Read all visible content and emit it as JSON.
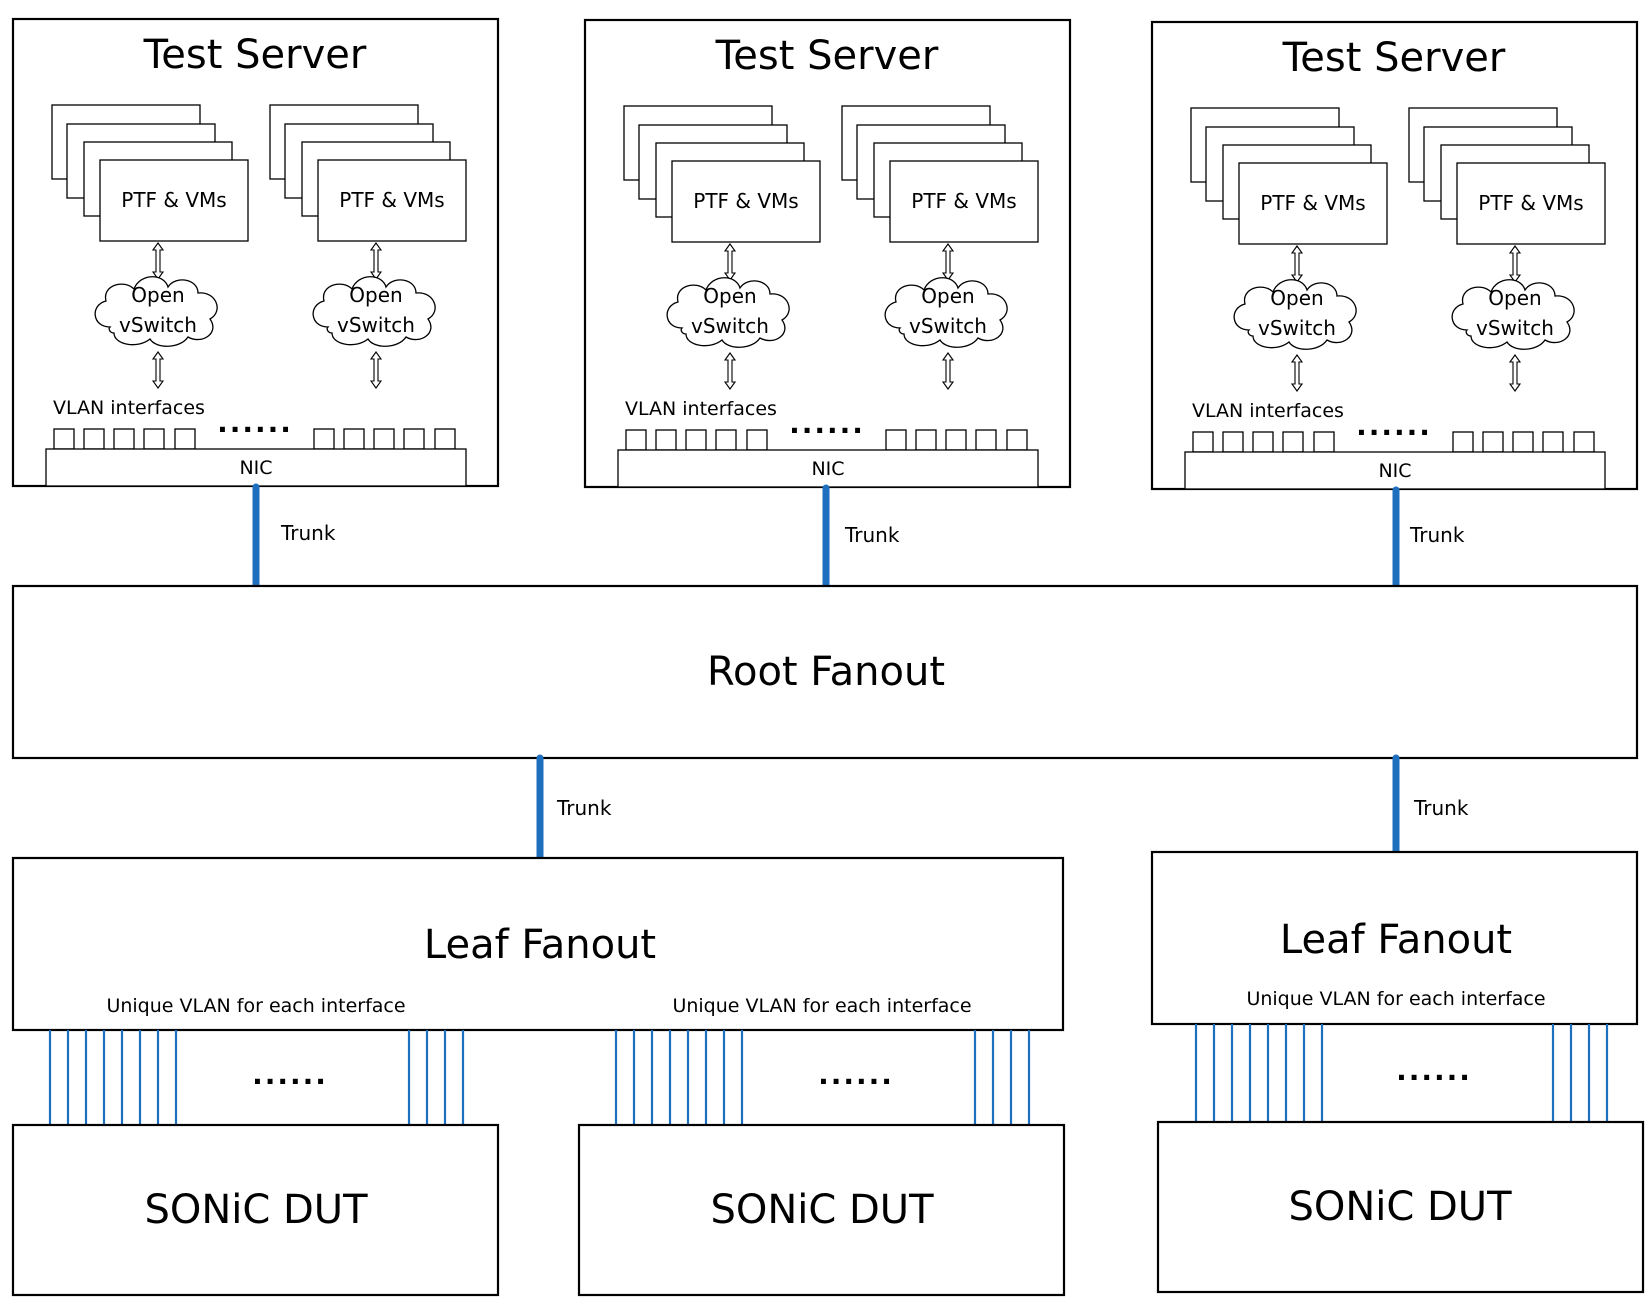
{
  "test_servers": [
    {
      "title": "Test Server",
      "groups": [
        {
          "ptf_label": "PTF & VMs",
          "ovs_line1": "Open",
          "ovs_line2": "vSwitch"
        },
        {
          "ptf_label": "PTF & VMs",
          "ovs_line1": "Open",
          "ovs_line2": "vSwitch"
        }
      ],
      "vlan_label": "VLAN interfaces",
      "ellipsis": "......",
      "nic_label": "NIC",
      "trunk_label": "Trunk"
    },
    {
      "title": "Test Server",
      "groups": [
        {
          "ptf_label": "PTF & VMs",
          "ovs_line1": "Open",
          "ovs_line2": "vSwitch"
        },
        {
          "ptf_label": "PTF & VMs",
          "ovs_line1": "Open",
          "ovs_line2": "vSwitch"
        }
      ],
      "vlan_label": "VLAN interfaces",
      "ellipsis": "......",
      "nic_label": "NIC",
      "trunk_label": "Trunk"
    },
    {
      "title": "Test Server",
      "groups": [
        {
          "ptf_label": "PTF & VMs",
          "ovs_line1": "Open",
          "ovs_line2": "vSwitch"
        },
        {
          "ptf_label": "PTF & VMs",
          "ovs_line1": "Open",
          "ovs_line2": "vSwitch"
        }
      ],
      "vlan_label": "VLAN interfaces",
      "ellipsis": "......",
      "nic_label": "NIC",
      "trunk_label": "Trunk"
    }
  ],
  "root_fanout": {
    "title": "Root Fanout"
  },
  "root_trunks": [
    {
      "label": "Trunk"
    },
    {
      "label": "Trunk"
    }
  ],
  "leaf_fanouts": [
    {
      "title": "Leaf Fanout",
      "unique_vlan_labels": [
        "Unique VLAN for each interface",
        "Unique VLAN for each interface"
      ]
    },
    {
      "title": "Leaf Fanout",
      "unique_vlan_labels": [
        "Unique VLAN for each interface"
      ]
    }
  ],
  "link_ellipses": [
    "......",
    "......",
    "......"
  ],
  "duts": [
    {
      "title": "SONiC DUT"
    },
    {
      "title": "SONiC DUT"
    },
    {
      "title": "SONiC DUT"
    }
  ],
  "colors": {
    "trunk": "#1f6fbf",
    "link": "#1f6fbf",
    "stroke": "#000000",
    "background": "#ffffff"
  }
}
